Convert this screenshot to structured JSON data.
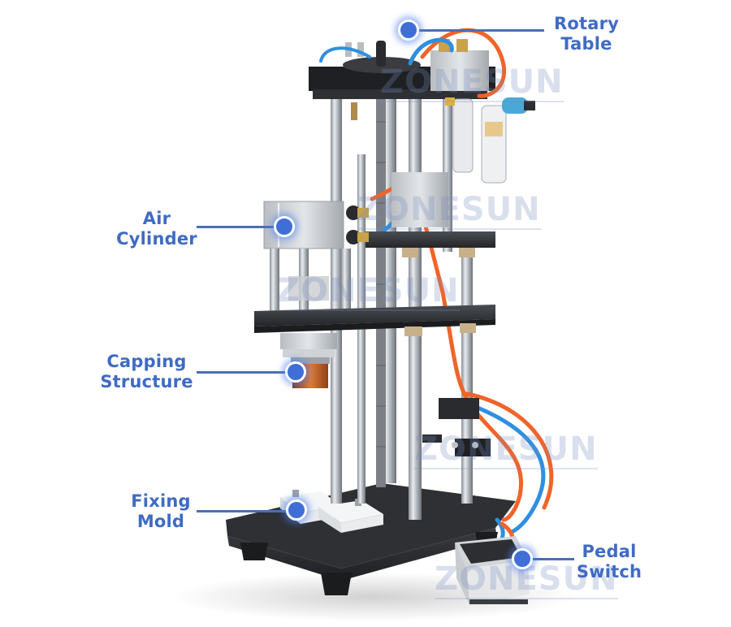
{
  "diagram": {
    "subject": "Pneumatic capping machine",
    "accent_color": "#3f6bc4",
    "callouts": [
      {
        "id": "rotary-table",
        "lines": [
          "Rotary",
          "Table"
        ]
      },
      {
        "id": "air-cylinder",
        "lines": [
          "Air",
          "Cylinder"
        ]
      },
      {
        "id": "capping-structure",
        "lines": [
          "Capping",
          "Structure"
        ]
      },
      {
        "id": "fixing-mold",
        "lines": [
          "Fixing",
          "Mold"
        ]
      },
      {
        "id": "pedal-switch",
        "lines": [
          "Pedal",
          "Switch"
        ]
      }
    ],
    "watermark": "ZONESUN"
  }
}
